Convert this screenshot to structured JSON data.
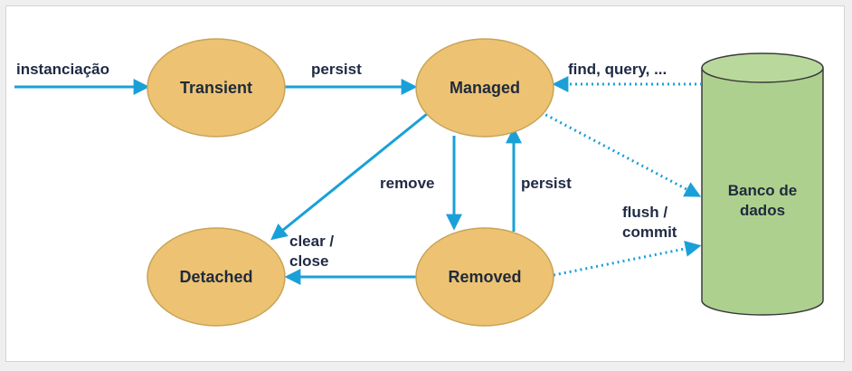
{
  "diagram": {
    "states": {
      "transient": "Transient",
      "managed": "Managed",
      "detached": "Detached",
      "removed": "Removed"
    },
    "database": {
      "line1": "Banco de",
      "line2": "dados"
    },
    "edges": {
      "instanciacao": "instanciação",
      "persist_top": "persist",
      "find_query": "find, query, ...",
      "remove": "remove",
      "persist_back": "persist",
      "flush_line1": "flush /",
      "flush_line2": "commit",
      "clear_line1": "clear /",
      "clear_line2": "close"
    },
    "colors": {
      "state_fill": "#edc373",
      "state_stroke": "#c8a356",
      "db_fill": "#aed08f",
      "db_stroke": "#3b3b3b",
      "arrow": "#1aa0d8"
    }
  }
}
